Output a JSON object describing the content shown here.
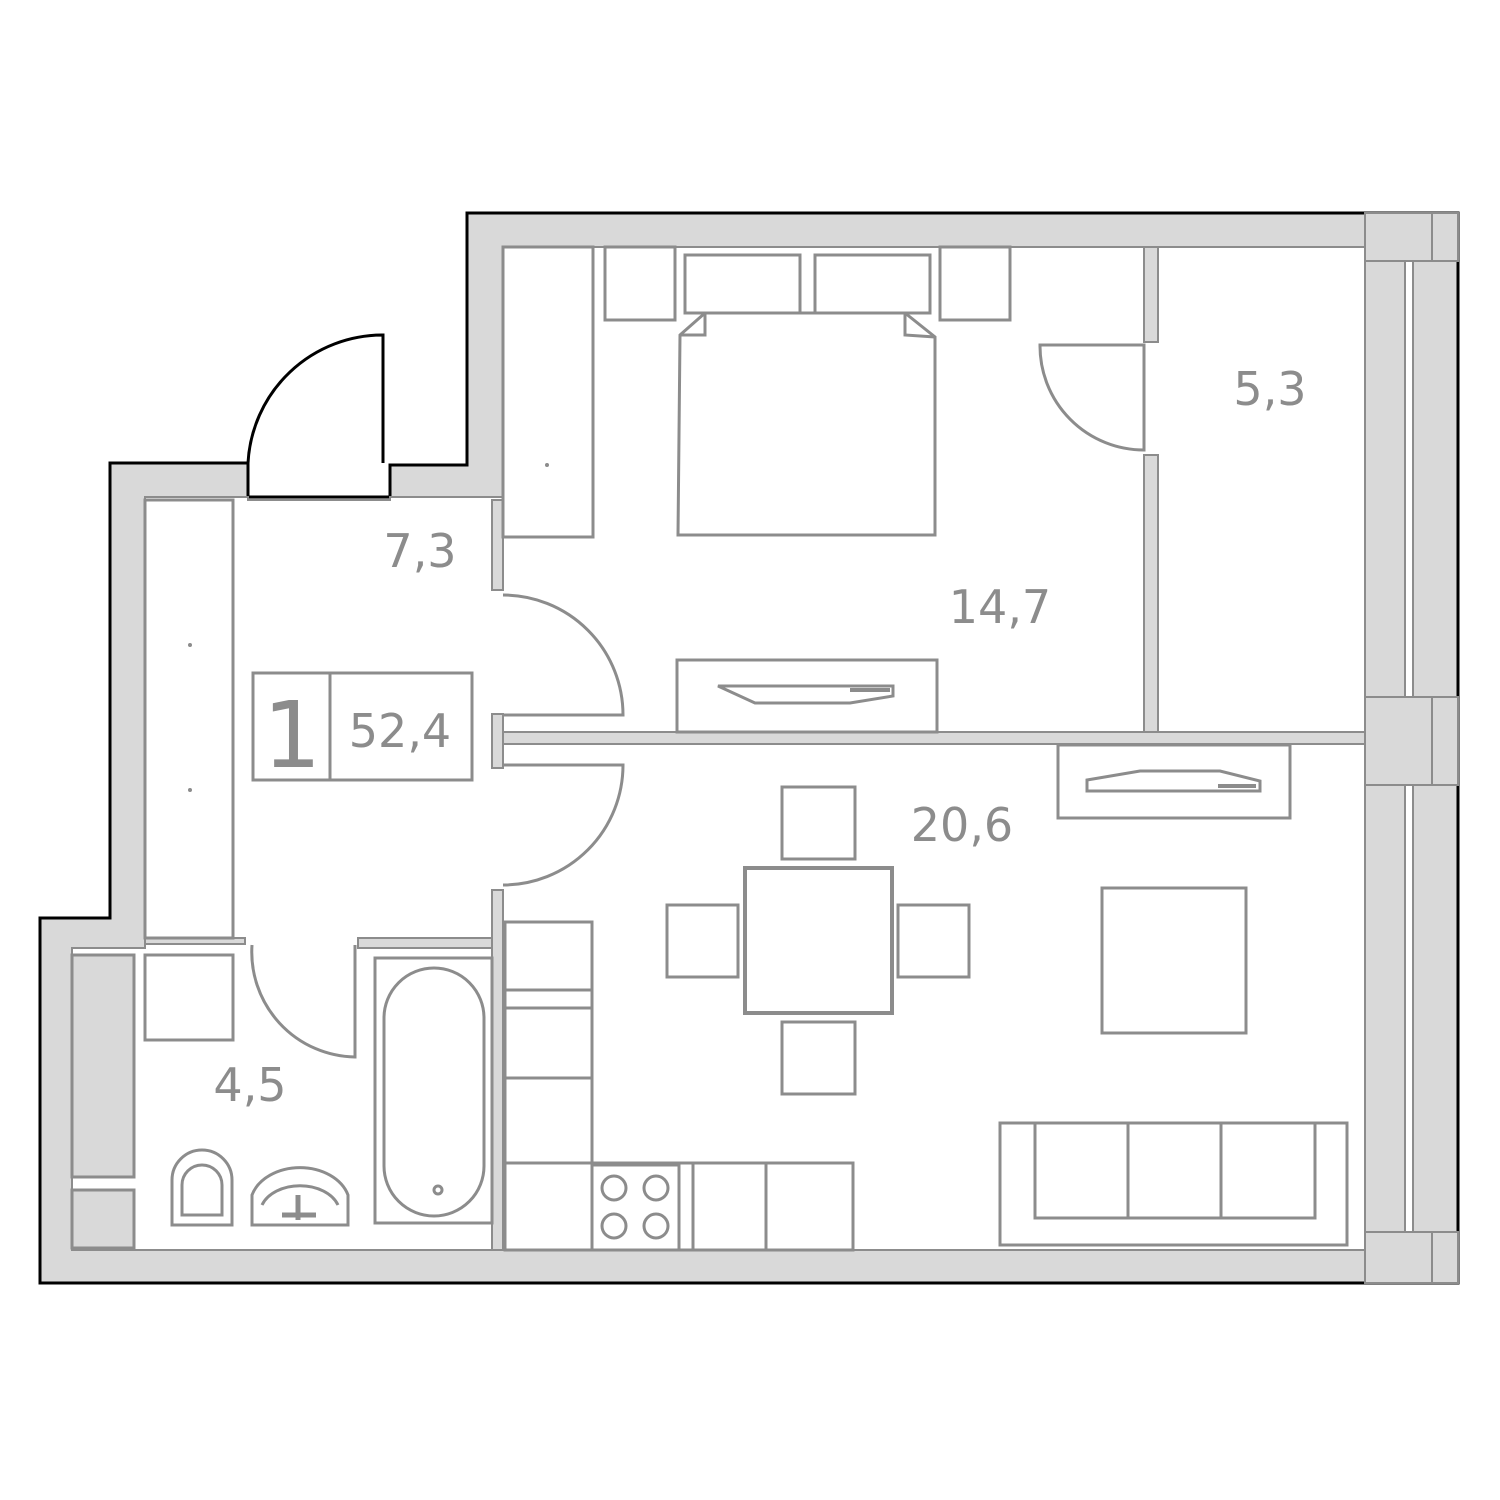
{
  "plan": {
    "rooms_count": "1",
    "total_area": "52,4",
    "rooms": [
      {
        "id": "hall",
        "area": "7,3"
      },
      {
        "id": "bedroom",
        "area": "14,7"
      },
      {
        "id": "loggia",
        "area": "5,3"
      },
      {
        "id": "living-kitchen",
        "area": "20,6"
      },
      {
        "id": "bathroom",
        "area": "4,5"
      }
    ]
  },
  "colors": {
    "line": "#8c8c8c",
    "wall_fill": "#d9d9d9",
    "outline": "#000000"
  }
}
